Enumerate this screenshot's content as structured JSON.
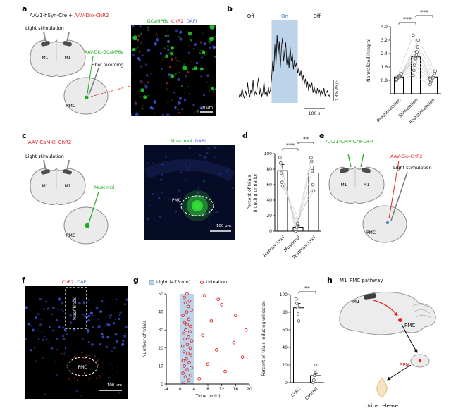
{
  "colors": {
    "red": "#e02424",
    "green": "#1faa1f",
    "blue_label": "#5468e8",
    "band": "#bcd4ea",
    "on_text": "#4f86c6",
    "drop": "#f7e3c0",
    "gray_connector": "#c9c9c9"
  },
  "panel_a": {
    "letter": "a",
    "title_black": "AAV1-hSyn-Cre + ",
    "title_red": "AAV-Dio-ChR2",
    "light_stimulation": "Light stimulation",
    "m1": "M1",
    "gcamp_label": "AAV-Dio-GCaMP6s",
    "fiber_recording": "Fiber recording",
    "pmc": "PMC",
    "image_labels": [
      {
        "text": "GCaMP6s",
        "color": "#1faa1f"
      },
      {
        "text": "ChR2",
        "color": "#e02424"
      },
      {
        "text": "DAPI",
        "color": "#5468e8"
      }
    ],
    "scale_bar": "20 μm"
  },
  "panel_b": {
    "letter": "b",
    "trace": {
      "off1": "Off",
      "on": "On",
      "off2": "Off",
      "y_scale": "0.3% ΔF/F",
      "x_scale": "100 s",
      "band": [
        0.357,
        0.643
      ],
      "values": [
        0.06,
        0.12,
        0.08,
        0.2,
        0.1,
        0.05,
        0.16,
        0.09,
        0.28,
        0.12,
        0.07,
        0.18,
        0.1,
        0.32,
        0.08,
        0.15,
        0.1,
        0.24,
        0.36,
        0.1,
        0.2,
        0.08,
        0.12,
        0.3,
        0.1,
        0.16,
        0.08,
        0.22,
        0.12,
        0.18,
        0.35,
        0.6,
        0.45,
        0.85,
        0.55,
        1.0,
        0.7,
        0.9,
        0.5,
        0.8,
        0.95,
        0.6,
        0.75,
        0.88,
        0.55,
        0.7,
        0.5,
        0.82,
        0.6,
        0.72,
        0.48,
        0.62,
        0.52,
        0.58,
        0.42,
        0.5,
        0.38,
        0.46,
        0.3,
        0.4,
        0.26,
        0.34,
        0.2,
        0.3,
        0.16,
        0.26,
        0.2,
        0.28,
        0.13,
        0.22,
        0.15,
        0.1,
        0.2,
        0.12,
        0.18,
        0.08,
        0.16,
        0.1,
        0.2,
        0.08,
        0.13,
        0.16,
        0.1,
        0.08,
        0.12
      ]
    },
    "chart": {
      "type": "bar",
      "ylabel": "Normalized integral",
      "ymax": 4.0,
      "yticks": [
        "0.8",
        "1.6",
        "2.4",
        "3.2",
        "4.0"
      ],
      "categories": [
        "Prestimulation",
        "Stimulation",
        "Poststimulation"
      ],
      "values": [
        1.0,
        2.2,
        1.0
      ],
      "errors": [
        0.07,
        0.3,
        0.12
      ],
      "points": [
        [
          0.8,
          0.9,
          0.95,
          1.0,
          1.0,
          1.05,
          1.1,
          1.15,
          1.2,
          0.85
        ],
        [
          1.1,
          1.4,
          1.7,
          1.9,
          2.1,
          2.3,
          2.5,
          2.8,
          3.2,
          3.5
        ],
        [
          0.55,
          0.7,
          0.8,
          0.9,
          0.95,
          1.0,
          1.1,
          1.2,
          1.35,
          0.85
        ]
      ],
      "sig": [
        {
          "a": 0,
          "b": 1,
          "label": "***"
        },
        {
          "a": 1,
          "b": 2,
          "label": "***"
        }
      ],
      "connect": true
    }
  },
  "panel_c": {
    "letter": "c",
    "virus": "AAV-CaMKII-ChR2",
    "light_stimulation": "Light stimulation",
    "m1": "M1",
    "muscimol": "Muscimol",
    "pmc": "PMC",
    "image_labels": [
      {
        "text": "Muscimol",
        "color": "#1faa1f"
      },
      {
        "text": "DAPI",
        "color": "#5468e8"
      }
    ],
    "image_pmc": "PMC",
    "scale_bar": "100 μm"
  },
  "panel_d": {
    "letter": "d",
    "chart": {
      "type": "bar",
      "ylabel": [
        "Percent of trials",
        "inducing urination"
      ],
      "ymax": 100,
      "yticks": [
        "0",
        "20",
        "40",
        "60",
        "80",
        "100"
      ],
      "categories": [
        "Premuscimol",
        "Muscimol",
        "Postmuscimol"
      ],
      "values": [
        78,
        5,
        75
      ],
      "errors": [
        8,
        3,
        9
      ],
      "points": [
        [
          95,
          88,
          75,
          63,
          58
        ],
        [
          0,
          2,
          5,
          10,
          18
        ],
        [
          95,
          90,
          78,
          60,
          52
        ]
      ],
      "sig": [
        {
          "a": 0,
          "b": 1,
          "label": "***"
        },
        {
          "a": 1,
          "b": 2,
          "label": "**"
        }
      ],
      "connect": true
    }
  },
  "panel_e": {
    "letter": "e",
    "virus_green": "AAV1-CMV-Cre-GFP",
    "virus_red": "AAV-Dio-ChR2",
    "light_stimulation": "Light stimulation",
    "m1": "M1",
    "pmc": "PMC"
  },
  "panel_f": {
    "letter": "f",
    "image_labels": [
      {
        "text": "ChR2",
        "color": "#e02424"
      },
      {
        "text": "DAPI",
        "color": "#5468e8"
      }
    ],
    "fiber_track": "Fiber track",
    "pmc": "PMC",
    "scale_bar": "100 μm"
  },
  "panel_g": {
    "letter": "g",
    "legend": [
      {
        "label": "Light (473 nm)",
        "type": "square"
      },
      {
        "label": "Urination",
        "type": "circle"
      }
    ],
    "scatter": {
      "type": "scatter",
      "xlabel": "Time (min)",
      "ylabel": "Number of trials",
      "xlim": [
        -4,
        20
      ],
      "ylim": [
        0,
        50
      ],
      "xticks": [
        -4,
        0,
        4,
        8,
        12,
        16,
        20
      ],
      "yticks": [
        0,
        10,
        20,
        30,
        40,
        50
      ],
      "band": [
        0,
        4
      ],
      "points": [
        [
          1,
          1
        ],
        [
          2.5,
          2
        ],
        [
          1.5,
          4
        ],
        [
          3,
          5
        ],
        [
          0.8,
          6
        ],
        [
          2,
          8
        ],
        [
          3.2,
          9
        ],
        [
          1.2,
          10
        ],
        [
          2.6,
          12
        ],
        [
          0.9,
          13
        ],
        [
          1.8,
          14
        ],
        [
          3.1,
          16
        ],
        [
          2.2,
          17
        ],
        [
          1.1,
          18
        ],
        [
          2.9,
          20
        ],
        [
          0.7,
          21
        ],
        [
          2.1,
          22
        ],
        [
          3.3,
          24
        ],
        [
          1.4,
          25
        ],
        [
          2.4,
          26
        ],
        [
          1,
          28
        ],
        [
          2.8,
          29
        ],
        [
          1.6,
          30
        ],
        [
          3,
          32
        ],
        [
          2,
          33
        ],
        [
          1.3,
          34
        ],
        [
          2.5,
          36
        ],
        [
          0.8,
          38
        ],
        [
          1.9,
          40
        ],
        [
          3.2,
          41
        ],
        [
          2.3,
          43
        ],
        [
          1.5,
          45
        ],
        [
          2.7,
          46
        ],
        [
          1.2,
          48
        ],
        [
          2,
          50
        ],
        [
          5.5,
          3
        ],
        [
          8,
          11
        ],
        [
          10.5,
          19
        ],
        [
          6.5,
          27
        ],
        [
          13,
          7
        ],
        [
          15.5,
          23
        ],
        [
          18,
          15
        ],
        [
          9,
          35
        ],
        [
          12,
          44
        ],
        [
          7,
          49
        ],
        [
          16,
          38
        ],
        [
          19,
          30
        ],
        [
          11,
          47
        ]
      ]
    },
    "chart": {
      "type": "bar",
      "ylabel": "Percent of trials inducing urination",
      "ymax": 100,
      "yticks": [
        "0",
        "20",
        "40",
        "60",
        "80",
        "100"
      ],
      "categories": [
        "ChR2",
        "Control"
      ],
      "values": [
        85,
        8
      ],
      "errors": [
        5,
        3
      ],
      "points": [
        [
          95,
          90,
          85,
          78,
          70
        ],
        [
          0,
          3,
          8,
          14,
          20
        ]
      ],
      "sig": [
        {
          "a": 0,
          "b": 1,
          "label": "**"
        }
      ],
      "connect": false
    }
  },
  "panel_h": {
    "letter": "h",
    "title": "M1–PMC pathway",
    "m1": "M1",
    "pmc": "PMC",
    "spn": "SPN",
    "urine": "Urine release"
  }
}
